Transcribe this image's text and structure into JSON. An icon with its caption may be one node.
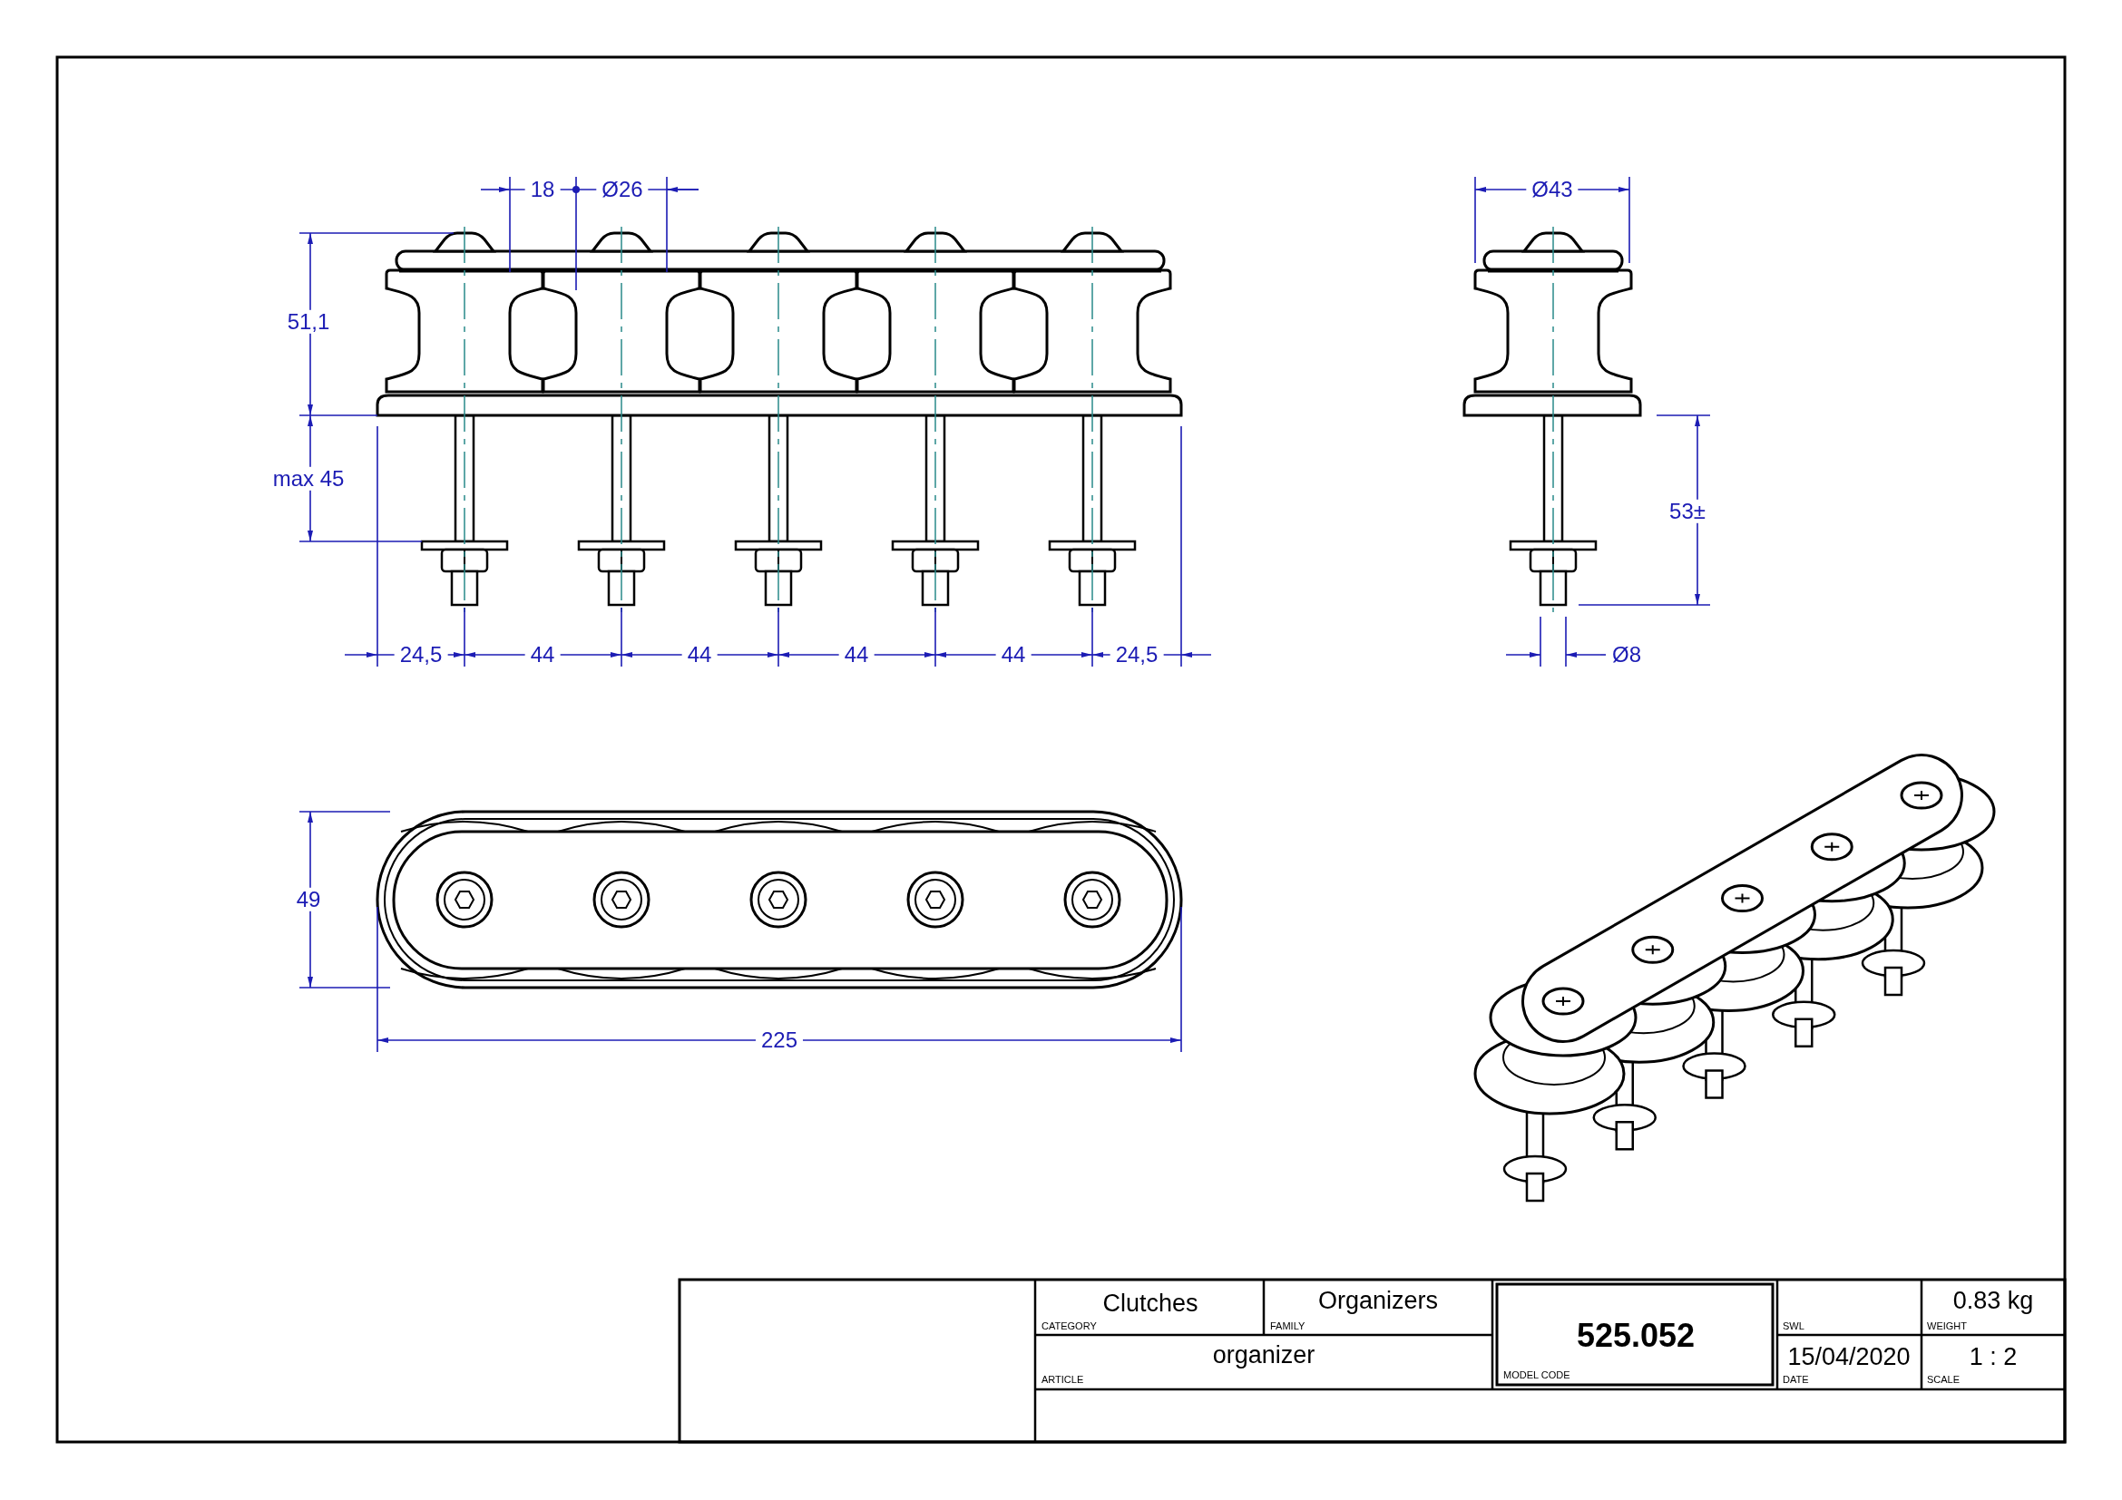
{
  "diagram": {
    "labels": [
      "18",
      "Ø26",
      "Ø43",
      "51,1",
      "max 45",
      "53±",
      "24,5",
      "44",
      "44",
      "44",
      "44",
      "24,5",
      "Ø8",
      "49",
      "225",
      "Clutches",
      "CATEGORY",
      "Organizers",
      "FAMILY",
      "525.052",
      "SWL",
      "0.83 kg",
      "WEIGHT",
      "organizer",
      "ARTICLE",
      "MODEL CODE",
      "15/04/2020",
      "DATE",
      "1 : 2",
      "SCALE"
    ]
  }
}
